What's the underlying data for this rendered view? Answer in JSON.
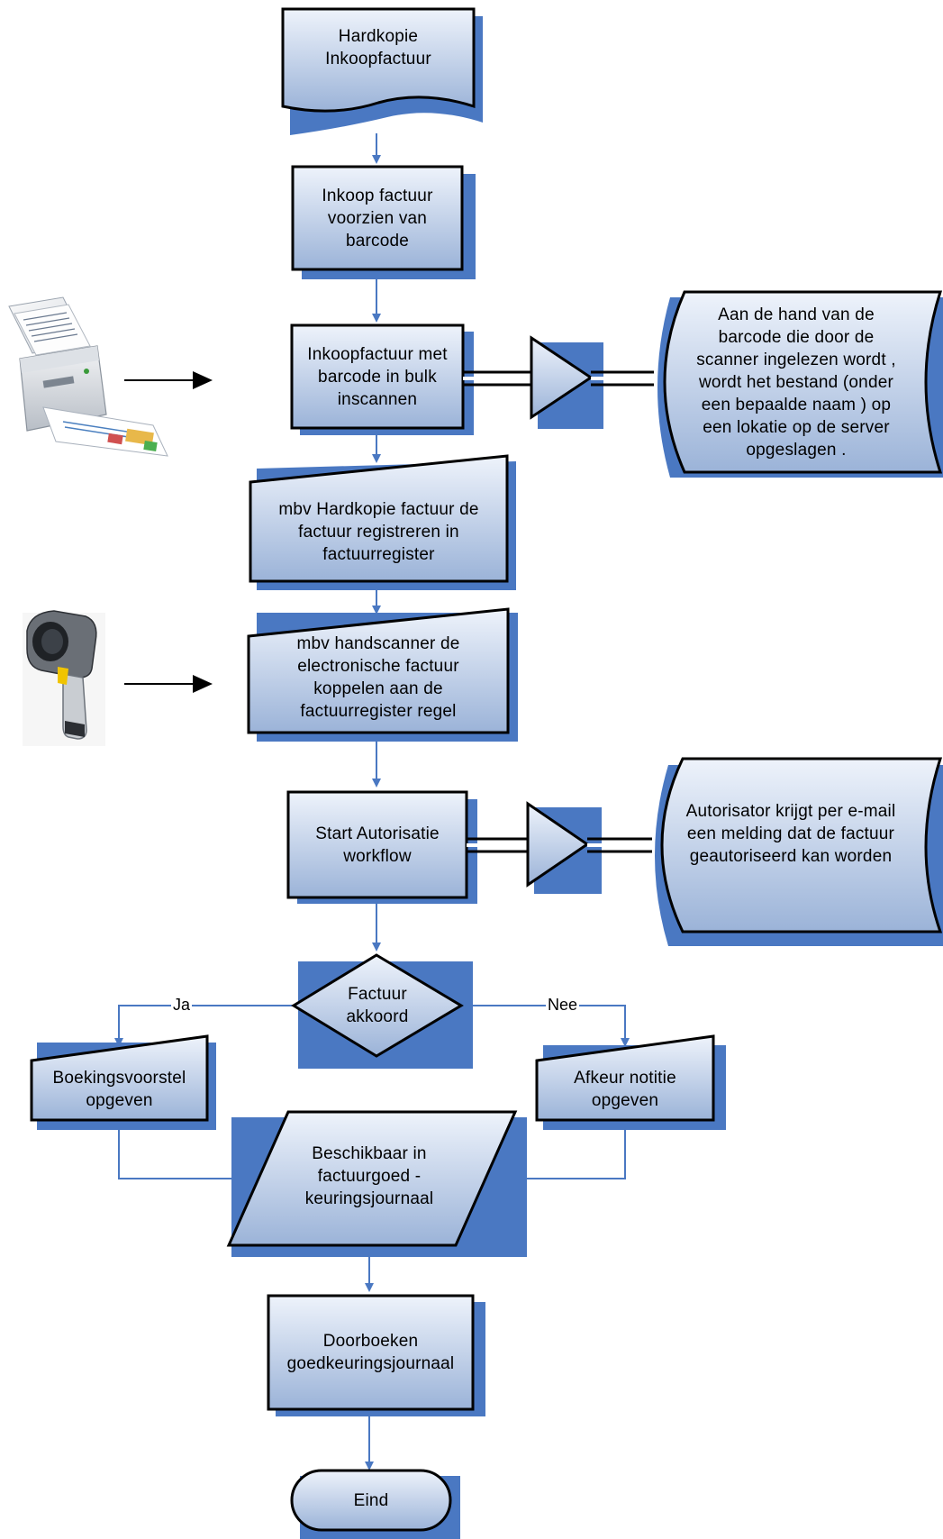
{
  "nodes": {
    "hardkopie": {
      "label": "Hardkopie\nInkoopfactuur"
    },
    "barcode": {
      "label": "Inkoop factuur\nvoorzien van\nbarcode"
    },
    "inscannen": {
      "label": "Inkoopfactuur met\nbarcode in bulk\ninscannen"
    },
    "lokatie": {
      "label": "Aan de hand van de\nbarcode die door de\nscanner ingelezen wordt ,\nwordt het bestand (onder\neen bepaalde naam ) op\neen lokatie op de server\nopgeslagen ."
    },
    "registreren": {
      "label": "mbv Hardkopie factuur de\nfactuur registreren in\nfactuurregister"
    },
    "koppelen": {
      "label": "mbv handscanner de\nelectronische factuur\nkoppelen aan de\nfactuurregister regel"
    },
    "workflow": {
      "label": "Start Autorisatie\nworkflow"
    },
    "melding": {
      "label": "Autorisator krijgt per e-mail\neen melding dat de factuur\ngeautoriseerd kan worden"
    },
    "akkoord": {
      "label": "Factuur\nakkoord"
    },
    "boekingsvoorstel": {
      "label": "Boekingsvoorstel\nopgeven"
    },
    "afkeur": {
      "label": "Afkeur notitie\nopgeven"
    },
    "beschikbaar": {
      "label": "Beschikbaar in\nfactuurgoed -\nkeuringsjournaal"
    },
    "doorboeken": {
      "label": "Doorboeken\ngoedkeuringsjournaal"
    },
    "eind": {
      "label": "Eind"
    }
  },
  "edges": {
    "ja": "Ja",
    "nee": "Nee"
  },
  "images": {
    "document_scanner": "document-scanner-photo",
    "handscanner": "barcode-handscanner-photo"
  },
  "colors": {
    "shadow": "#4a78c2",
    "fill_light": "#eaf0fa",
    "fill_dark": "#9fb6d9",
    "stroke": "#000000",
    "connector": "#4a78c2"
  }
}
